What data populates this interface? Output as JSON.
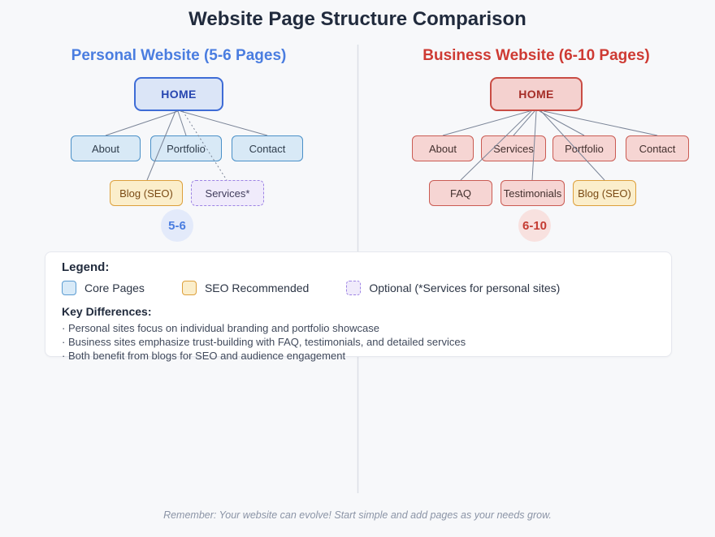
{
  "title": "Website Page Structure Comparison",
  "personal": {
    "heading": "Personal Website (5-6 Pages)",
    "home": "HOME",
    "children": [
      "About",
      "Portfolio",
      "Contact"
    ],
    "seo_page": "Blog (SEO)",
    "optional_page": "Services*",
    "page_count": "5-6"
  },
  "business": {
    "heading": "Business Website (6-10 Pages)",
    "home": "HOME",
    "children": [
      "About",
      "Services",
      "Portfolio",
      "Contact"
    ],
    "sub_pages": [
      "FAQ",
      "Testimonials",
      "Blog (SEO)"
    ],
    "page_count": "6-10"
  },
  "legend": {
    "title": "Legend:",
    "items": [
      "Core Pages",
      "SEO Recommended",
      "Optional (*Services for personal sites)"
    ],
    "key_differences": {
      "title": "Key Differences:",
      "bullets": [
        "· Personal sites focus on individual branding and portfolio showcase",
        "· Business sites emphasize trust-building with FAQ, testimonials, and detailed services",
        "· Both benefit from blogs for SEO and audience engagement"
      ]
    }
  },
  "footer": "Remember: Your website can evolve! Start simple and add pages as your needs grow.",
  "colors": {
    "personal_accent": "#4a7de0",
    "business_accent": "#ce3a33",
    "core_blue_border": "#4a90c8",
    "seo_yellow_border": "#dda03c",
    "optional_purple_border": "#9d83e4",
    "connector_gray": "#7b8598"
  }
}
